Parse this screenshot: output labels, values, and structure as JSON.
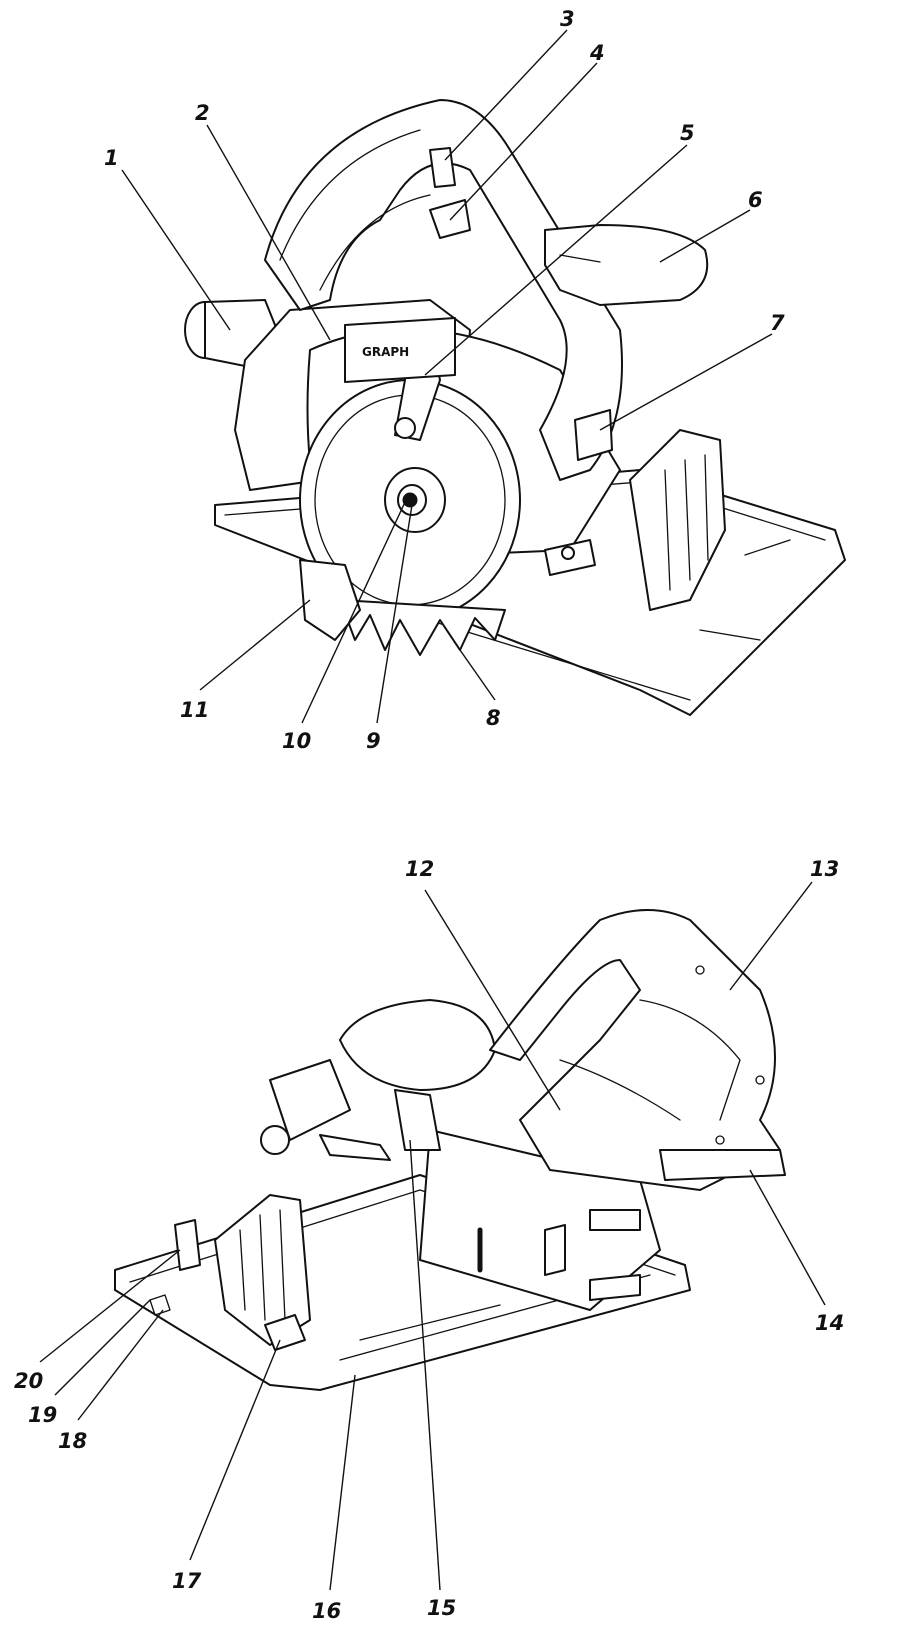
{
  "diagram": {
    "brand_logo_text": "GRAPH",
    "views": [
      {
        "name": "top-view",
        "callouts": [
          "1",
          "2",
          "3",
          "4",
          "5",
          "6",
          "7",
          "8",
          "9",
          "10",
          "11"
        ]
      },
      {
        "name": "bottom-view",
        "callouts": [
          "12",
          "13",
          "14",
          "15",
          "16",
          "17",
          "18",
          "19",
          "20"
        ]
      }
    ]
  }
}
